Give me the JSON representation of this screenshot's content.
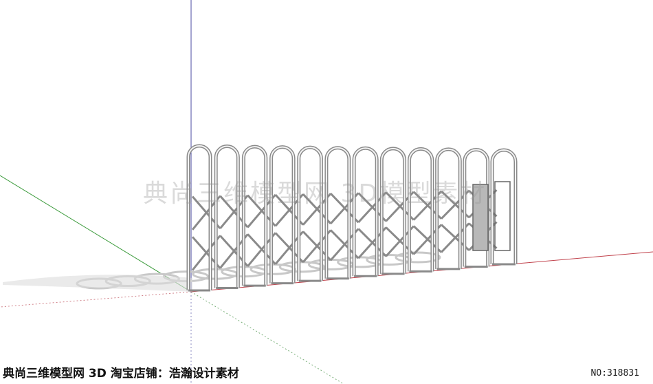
{
  "viewport": {
    "background": "#ffffff",
    "axis_colors": {
      "red": "#c0404a",
      "green": "#3a9a3a",
      "blue": "#4a4aa0"
    }
  },
  "model": {
    "object": "retractable-folding-gate",
    "panel_count": 12,
    "frame_color": "#8a8a8a"
  },
  "overlay": {
    "watermark": "典尚三维模型网 3D模型素材",
    "caption": "典尚三维模型网 3D 淘宝店铺：浩瀚设计素材",
    "model_id": "NO:318831"
  }
}
